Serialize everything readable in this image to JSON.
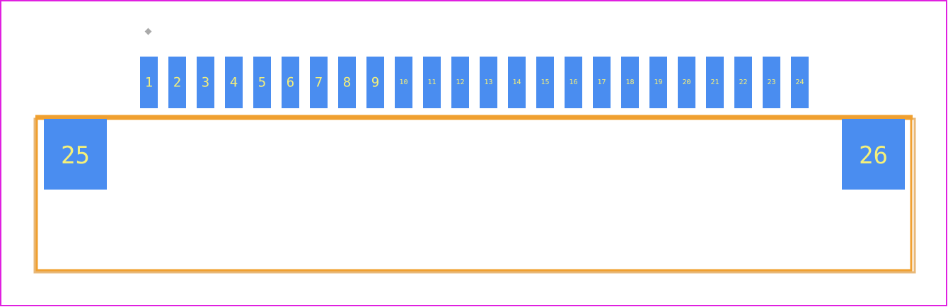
{
  "footprint": {
    "signal_pads": [
      "1",
      "2",
      "3",
      "4",
      "5",
      "6",
      "7",
      "8",
      "9",
      "10",
      "11",
      "12",
      "13",
      "14",
      "15",
      "16",
      "17",
      "18",
      "19",
      "20",
      "21",
      "22",
      "23",
      "24"
    ],
    "mounting_pads": [
      "25",
      "26"
    ]
  },
  "colors": {
    "page_border": "#e020e0",
    "pad_fill": "#4a8df0",
    "pad_text": "#f5f07a",
    "body_outline": "#f0a030",
    "body_outline_light": "#e8b878",
    "pin1_marker": "#aaaaaa"
  }
}
